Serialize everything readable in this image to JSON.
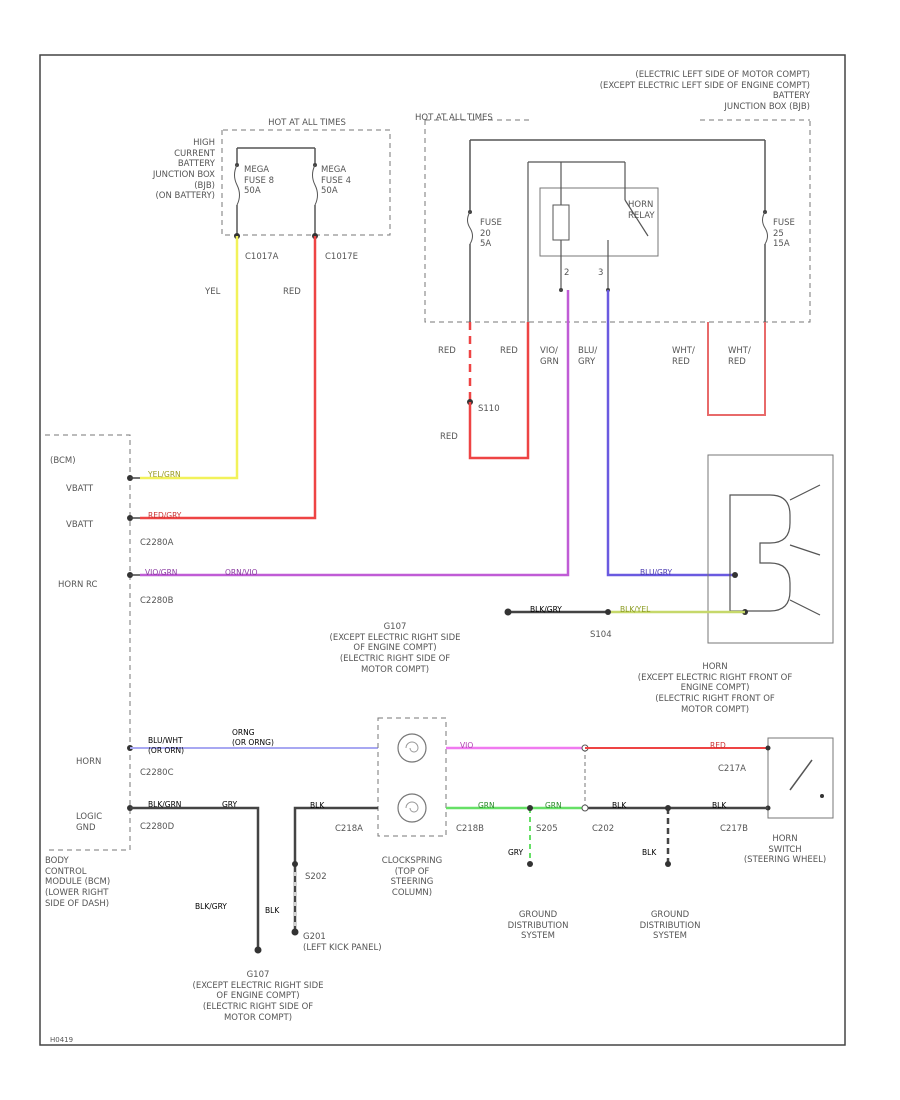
{
  "colors": {
    "border": "#444444",
    "dashed": "#777777",
    "yellow_wire": "#f2f25a",
    "red_wire": "#ee4444",
    "light_red_wire": "#e86a6a",
    "violet_wire": "#c05cd6",
    "blue_wire": "#6a5ae0",
    "pink_wire": "#f07af0",
    "lavender_wire": "#a8a8f2",
    "green_wire": "#66e066",
    "black_wire": "#444444",
    "lime_wire": "#c6d86a"
  },
  "battery_junction": {
    "hot_label": "HOT AT ALL TIMES",
    "title": "HIGH\nCURRENT\nBATTERY\nJUNCTION BOX\n(BJB)\n(ON BATTERY)",
    "fuse_left": "MEGA\nFUSE 8\n50A",
    "fuse_right": "MEGA\nFUSE 4\n50A",
    "conn_left": "C1017A",
    "conn_right": "C1017E"
  },
  "wires_top": {
    "yel": "YEL",
    "red": "RED"
  },
  "bjb_right": {
    "header": "(ELECTRIC LEFT SIDE OF MOTOR COMPT)\n(EXCEPT ELECTRIC LEFT SIDE OF ENGINE COMPT)\nBATTERY\nJUNCTION BOX (BJB)",
    "hot_label": "HOT AT ALL TIMES",
    "fuse_a": "FUSE\n20\n5A",
    "fuse_b": "FUSE\n25\n15A",
    "relay": "HORN\nRELAY",
    "pin_2": "2",
    "pin_3": "3"
  },
  "vertical_wires": {
    "red_a": "RED",
    "red_b": "RED",
    "vio_gry": "VIO/\nGRN",
    "blu_gry": "BLU/\nGRY",
    "wht_red_a": "WHT/\nRED",
    "wht_red_b": "WHT/\nRED",
    "splice": "S110",
    "red_c": "RED"
  },
  "bcm": {
    "title": "(BCM)",
    "pins": {
      "vbatt1": "VBATT",
      "vbatt2": "VBATT",
      "horn_rc": "HORN RC",
      "horn": "HORN",
      "logic_gnd": "LOGIC\nGND"
    },
    "wire_texts": {
      "yel_grn": "YEL/GRN",
      "red_grn": "RED/GRY",
      "vio_gry": "VIO/GRN",
      "vio_orn": "ORN/VIO",
      "blu_wht": "BLU/WHT",
      "or_orn": "(OR ORN)",
      "orng": "ORNG",
      "or_orng": "(OR ORNG)",
      "blk_grn": "BLK/GRN",
      "gry": "GRY"
    },
    "connectors": {
      "c2280_a": "C2280A",
      "c2280_b": "C2280B",
      "c2280_c": "C2280C",
      "c2280_d": "C2280D"
    },
    "description": "BODY\nCONTROL\nMODULE (BCM)\n(LOWER RIGHT\nSIDE OF DASH)"
  },
  "horn": {
    "wire_blu_gry": "BLU/GRY",
    "wire_blk_yel": "BLK/YEL",
    "ground_top": "G107\n(EXCEPT ELECTRIC RIGHT SIDE\nOF ENGINE COMPT)\n(ELECTRIC RIGHT SIDE OF\nMOTOR COMPT)",
    "wire_blk_gry": "BLK/GRY",
    "splice_s104": "S104",
    "description": "HORN\n(EXCEPT ELECTRIC RIGHT FRONT OF\nENGINE COMPT)\n(ELECTRIC RIGHT FRONT OF\nMOTOR COMPT)"
  },
  "bottom_chain": {
    "clockspring": "CLOCKSPRING\n(TOP OF\nSTEERING\nCOLUMN)",
    "c218a": "C218A",
    "c218b": "C218B",
    "c202": "C202",
    "c217a": "C217A",
    "c217b": "C217B",
    "s205": "S205",
    "s202": "S202",
    "vio": "VIO",
    "red": "RED",
    "grn_a": "GRN",
    "grn_b": "GRN",
    "blk_a": "BLK",
    "blk_b": "BLK",
    "blk_c": "BLK",
    "blk_d": "BLK",
    "blk_grn": "BLK/GRY",
    "gry": "GRY",
    "ground_a": "GROUND\nDISTRIBUTION\nSYSTEM",
    "ground_b": "GROUND\nDISTRIBUTION\nSYSTEM",
    "g201": "G201\n(LEFT KICK PANEL)",
    "g107_bottom": "G107\n(EXCEPT ELECTRIC RIGHT SIDE\nOF ENGINE COMPT)\n(ELECTRIC RIGHT SIDE OF\nMOTOR COMPT)",
    "horn_switch": "HORN\nSWITCH\n(STEERING WHEEL)"
  },
  "footer_code": "H0419"
}
